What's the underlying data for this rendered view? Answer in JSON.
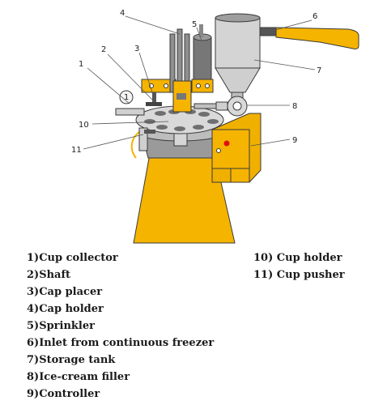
{
  "colors": {
    "body": "#f5b400",
    "outline": "#3a3a3a",
    "metal": "#c8c8c8",
    "dark": "#777777",
    "red": "#e01010"
  },
  "callouts": [
    "1",
    "2",
    "3",
    "4",
    "5",
    "6",
    "7",
    "8",
    "9",
    "10",
    "11"
  ],
  "labels": {
    "c1": "1)Cup collector",
    "c2": "2)Shaft",
    "c3": "3)Cap placer",
    "c4": "4)Cap holder",
    "c5": "5)Sprinkler",
    "c6": "6)Inlet from continuous freezer",
    "c7": "7)Storage tank",
    "c8": "8)Ice-cream filler",
    "c9": "9)Controller",
    "c10": "10) Cup holder",
    "c11": "11) Cup pusher"
  }
}
